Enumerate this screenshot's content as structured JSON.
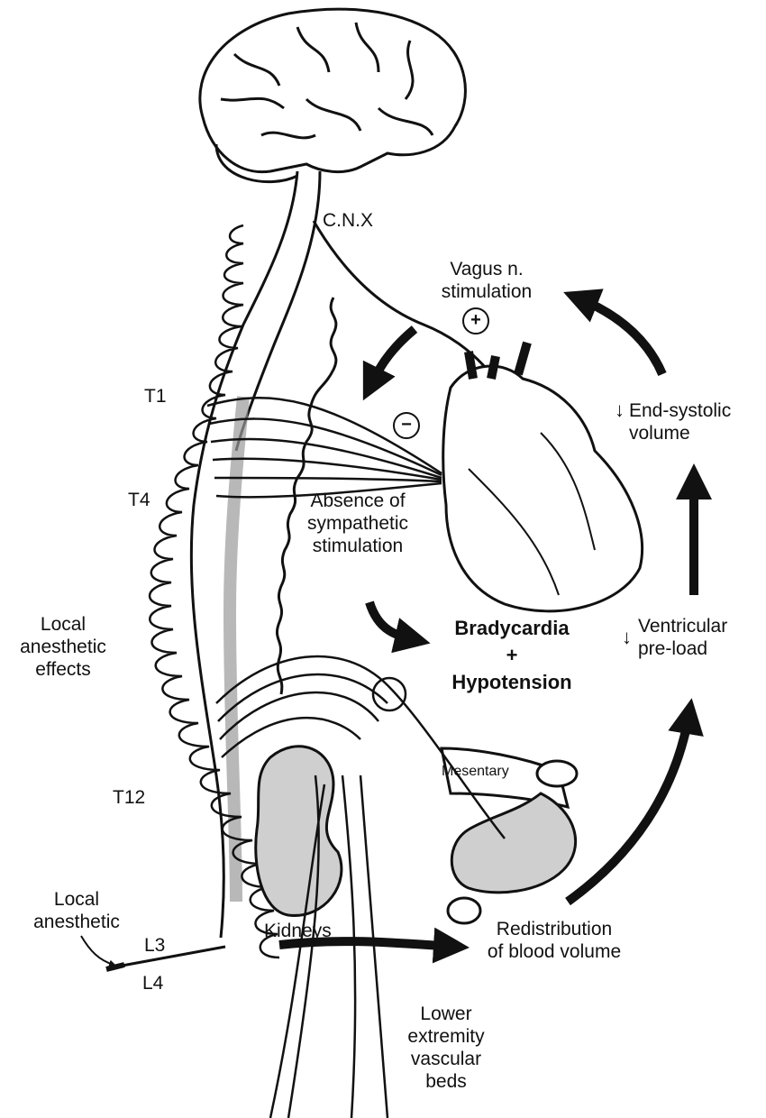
{
  "labels": {
    "cnx": "C.N.X",
    "vagus": "Vagus n.\nstimulation",
    "plus_sign": "+",
    "minus_sign": "−",
    "t1": "T1",
    "t4": "T4",
    "t12": "T12",
    "l3": "L3",
    "l4": "L4",
    "end_systolic": "End-systolic\nvolume",
    "down_arrow_symbol": "↓",
    "absence": "Absence of\nsympathetic\nstimulation",
    "bradycardia": "Bradycardia\n+\nHypotension",
    "ventricular": "Ventricular\npre-load",
    "local_effects": "Local\nanesthetic\neffects",
    "mesentery": "Mesentary",
    "kidneys": "Kidneys",
    "local_anesthetic": "Local\nanesthetic",
    "redistribution": "Redistribution\nof blood volume",
    "lower": "Lower\nextremity\nvascular\nbeds"
  },
  "colors": {
    "ink": "#111111",
    "organ_fill": "#cfcfcf",
    "cord_gray": "#9a9a9a"
  }
}
